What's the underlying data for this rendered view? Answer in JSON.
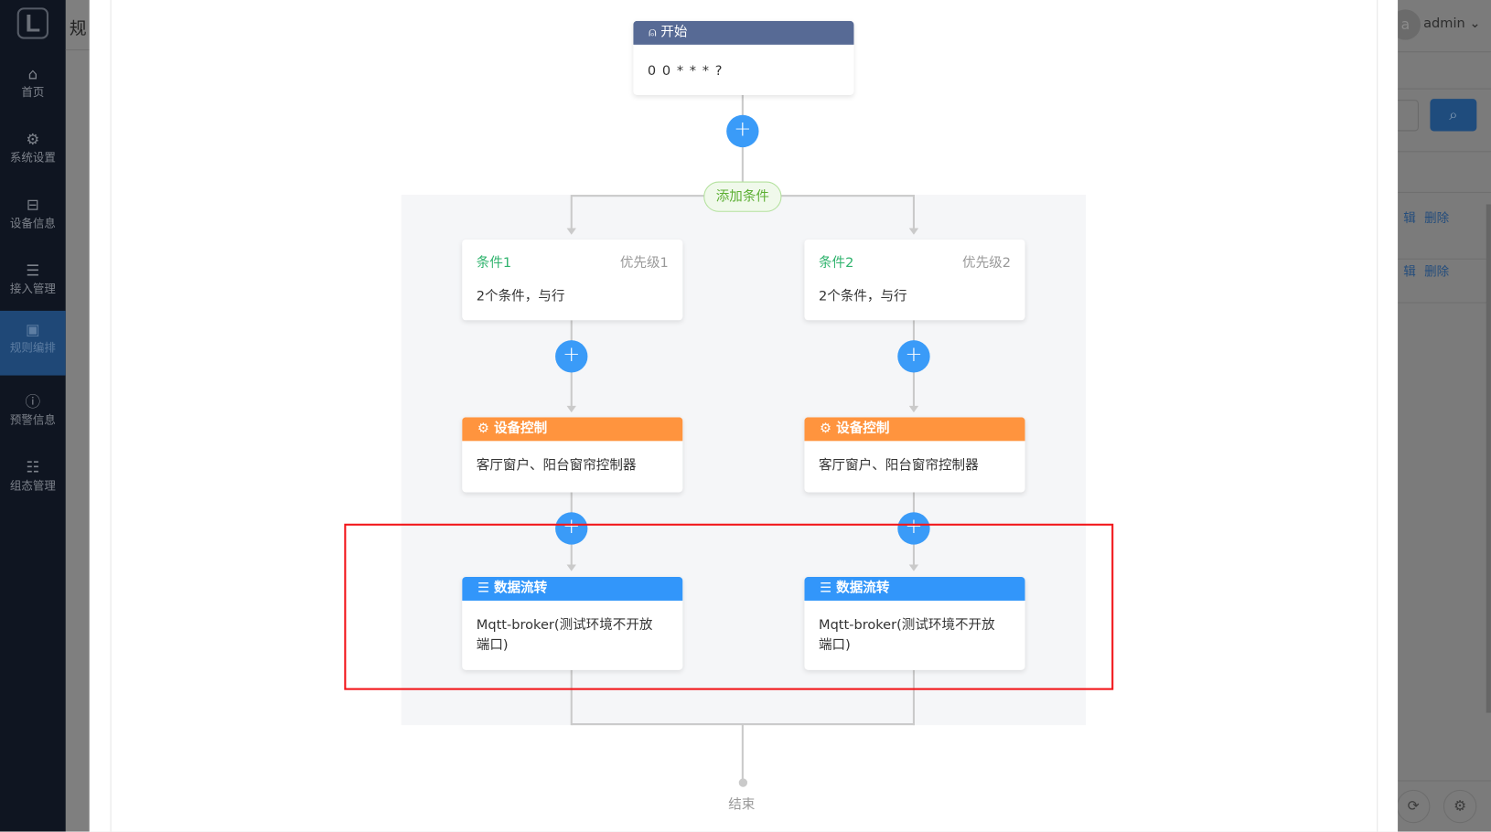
{
  "sidebar": {
    "logo": "L",
    "items": [
      {
        "label": "首页",
        "icon": "home-icon",
        "glyph": "⌂"
      },
      {
        "label": "系统设置",
        "icon": "gear-icon",
        "glyph": "⚙"
      },
      {
        "label": "设备信息",
        "icon": "inbox-icon",
        "glyph": "⊟"
      },
      {
        "label": "接入管理",
        "icon": "list-icon",
        "glyph": "☰"
      },
      {
        "label": "规则编排",
        "icon": "rule-icon",
        "glyph": "▣",
        "active": true
      },
      {
        "label": "预警信息",
        "icon": "alert-icon",
        "glyph": "ⓘ"
      },
      {
        "label": "组态管理",
        "icon": "layers-icon",
        "glyph": "☷"
      }
    ]
  },
  "background": {
    "page_title_fragment": "规",
    "avatar": "a",
    "user": "admin",
    "chevron": "⌄",
    "search_glyph": "⌕",
    "edit_fragment": "辑",
    "delete": "删除",
    "refresh_glyph": "⟳",
    "settings_glyph": "⚙"
  },
  "flow": {
    "start": {
      "title": "开始",
      "cron": "0 0 * * * ?"
    },
    "add_condition": "添加条件",
    "plus": "+",
    "branches": [
      {
        "condition": {
          "name": "条件1",
          "priority": "优先级1",
          "summary": "2个条件，与行"
        },
        "control": {
          "title": "设备控制",
          "body": "客厅窗户、阳台窗帘控制器"
        },
        "data": {
          "title": "数据流转",
          "body": "Mqtt-broker(测试环境不开放端口)"
        }
      },
      {
        "condition": {
          "name": "条件2",
          "priority": "优先级2",
          "summary": "2个条件，与行"
        },
        "control": {
          "title": "设备控制",
          "body": "客厅窗户、阳台窗帘控制器"
        },
        "data": {
          "title": "数据流转",
          "body": "Mqtt-broker(测试环境不开放端口)"
        }
      }
    ],
    "end": "结束"
  },
  "colors": {
    "start": "#576a95",
    "control": "#ff943e",
    "data": "#3296fa",
    "plus": "#3a9bf8",
    "highlight": "#f2161a"
  }
}
